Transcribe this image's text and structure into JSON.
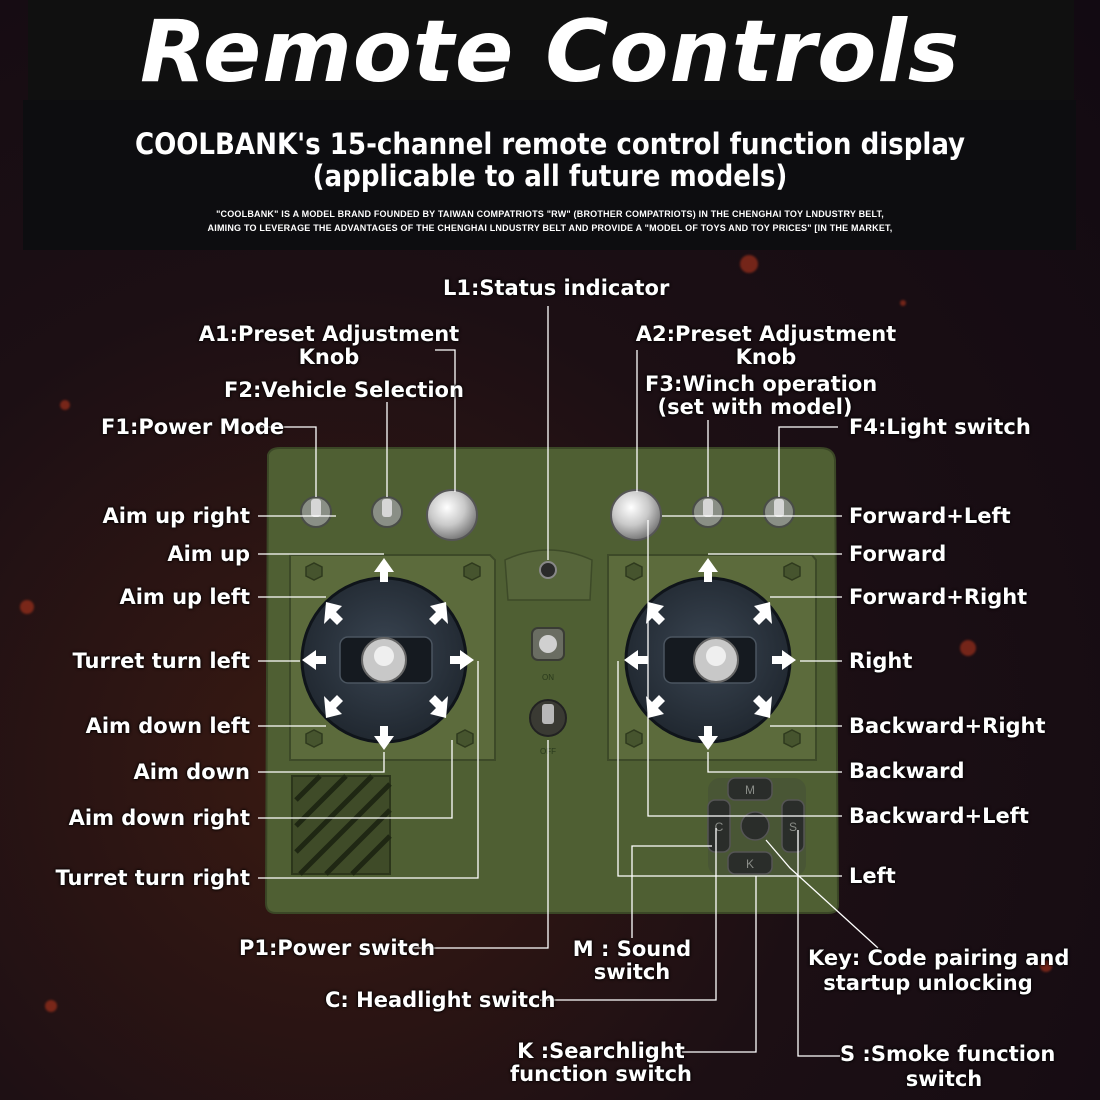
{
  "header": {
    "title": "Remote Controls",
    "subtitle_line1": "COOLBANK's 15-channel remote control function display",
    "subtitle_line2": "(applicable to all future models)",
    "blurb_line1": "\"COOLBANK\" IS A MODEL BRAND FOUNDED BY TAIWAN COMPATRIOTS   \"RW\"  (BROTHER COMPATRIOTS) IN THE CHENGHAI TOY LNDUSTRY BELT,",
    "blurb_line2": "AIMING TO LEVERAGE THE ADVANTAGES OF THE CHENGHAI LNDUSTRY BELT AND PROVIDE A \"MODEL OF TOYS AND TOY PRICES\" [IN THE MARKET,"
  },
  "labels": {
    "l1": "L1:Status indicator",
    "a1_l1": "A1:Preset Adjustment",
    "a1_l2": "Knob",
    "f2": "F2:Vehicle Selection",
    "f1": "F1:Power Mode",
    "a2_l1": "A2:Preset Adjustment",
    "a2_l2": "Knob",
    "f3_l1": "F3:Winch operation",
    "f3_l2": "(set with model)",
    "f4": "F4:Light switch",
    "aim_up_right": "Aim up right",
    "aim_up": "Aim up",
    "aim_up_left": "Aim up left",
    "turret_turn_left": "Turret turn left",
    "aim_down_left": "Aim down left",
    "aim_down": "Aim down",
    "aim_down_right": "Aim down right",
    "turret_turn_right": "Turret turn right",
    "forward_left": "Forward+Left",
    "forward": "Forward",
    "forward_right": "Forward+Right",
    "right": "Right",
    "backward_right": "Backward+Right",
    "backward": "Backward",
    "backward_left": "Backward+Left",
    "left": "Left",
    "p1": "P1:Power switch",
    "m_l1": "M : Sound",
    "m_l2": "switch",
    "key_l1": "Key: Code pairing and",
    "key_l2": "startup unlocking",
    "c": "C: Headlight switch",
    "k_l1": "K :Searchlight",
    "k_l2": "function switch",
    "s_l1": "S :Smoke function",
    "s_l2": "switch"
  },
  "device": {
    "body_color": "#4f5f33",
    "panel_color": "#5c6b3c",
    "button_letters": {
      "m": "M",
      "c": "C",
      "s": "S",
      "k": "K"
    },
    "switch_marks": {
      "top": "ON",
      "bottom": "OFF"
    }
  }
}
